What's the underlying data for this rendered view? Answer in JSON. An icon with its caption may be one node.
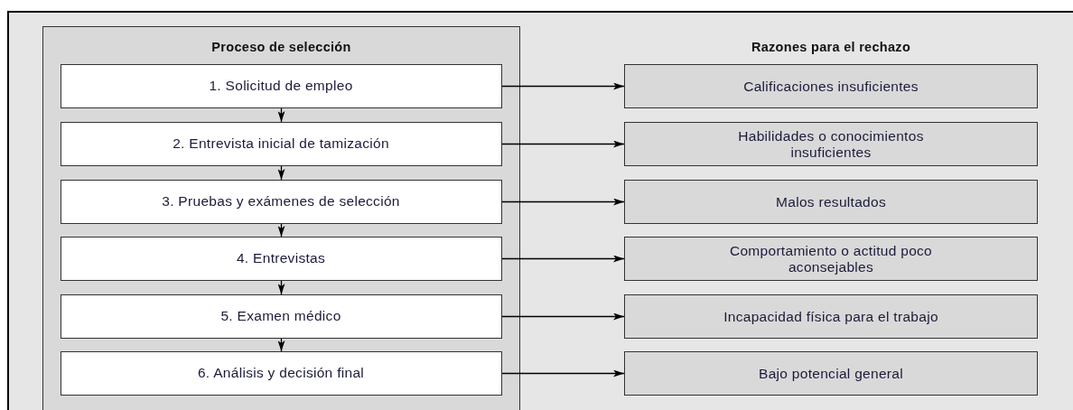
{
  "diagram": {
    "nodes": [
      {
        "text": [
          "Proceso de selección"
        ]
      },
      {
        "text": [
          "1. Solicitud de empleo"
        ],
        "in": 0
      },
      {
        "text": [
          "2. Entrevista inicial de tamización"
        ],
        "in": 0
      },
      {
        "text": [
          "3. Pruebas y exámenes de selección"
        ],
        "in": 0
      },
      {
        "text": [
          "4. Entrevistas"
        ],
        "in": 0
      },
      {
        "text": [
          "5. Examen médico"
        ],
        "in": 0
      },
      {
        "text": [
          "6. Análisis y decisión final"
        ],
        "in": 0
      },
      {
        "text": [
          "Calificaciones insuficientes"
        ]
      },
      {
        "text": [
          "Habilidades o conocimientos insuficientes"
        ]
      },
      {
        "text": [
          "Malos resultados"
        ]
      },
      {
        "text": [
          "Comportamiento o actitud poco aconsejables"
        ]
      },
      {
        "text": [
          "Incapacidad física para el trabajo"
        ]
      },
      {
        "text": [
          "Bajo potencial general"
        ]
      }
    ],
    "edges": [
      {
        "from": 1,
        "to": 2,
        "arrow": "to"
      },
      {
        "from": 2,
        "to": 3,
        "arrow": "to"
      },
      {
        "from": 3,
        "to": 4,
        "arrow": "to"
      },
      {
        "from": 4,
        "to": 5,
        "arrow": "to"
      },
      {
        "from": 5,
        "to": 6,
        "arrow": "to"
      },
      {
        "from": 1,
        "to": 7,
        "arrow": "to"
      },
      {
        "from": 2,
        "to": 8,
        "arrow": "to"
      },
      {
        "from": 3,
        "to": 9,
        "arrow": "to"
      },
      {
        "from": 4,
        "to": 10,
        "arrow": "to"
      },
      {
        "from": 5,
        "to": 11,
        "arrow": "to"
      },
      {
        "from": 6,
        "to": 12,
        "arrow": "to"
      }
    ],
    "labels": [
      "Razones para el rechazo"
    ]
  }
}
